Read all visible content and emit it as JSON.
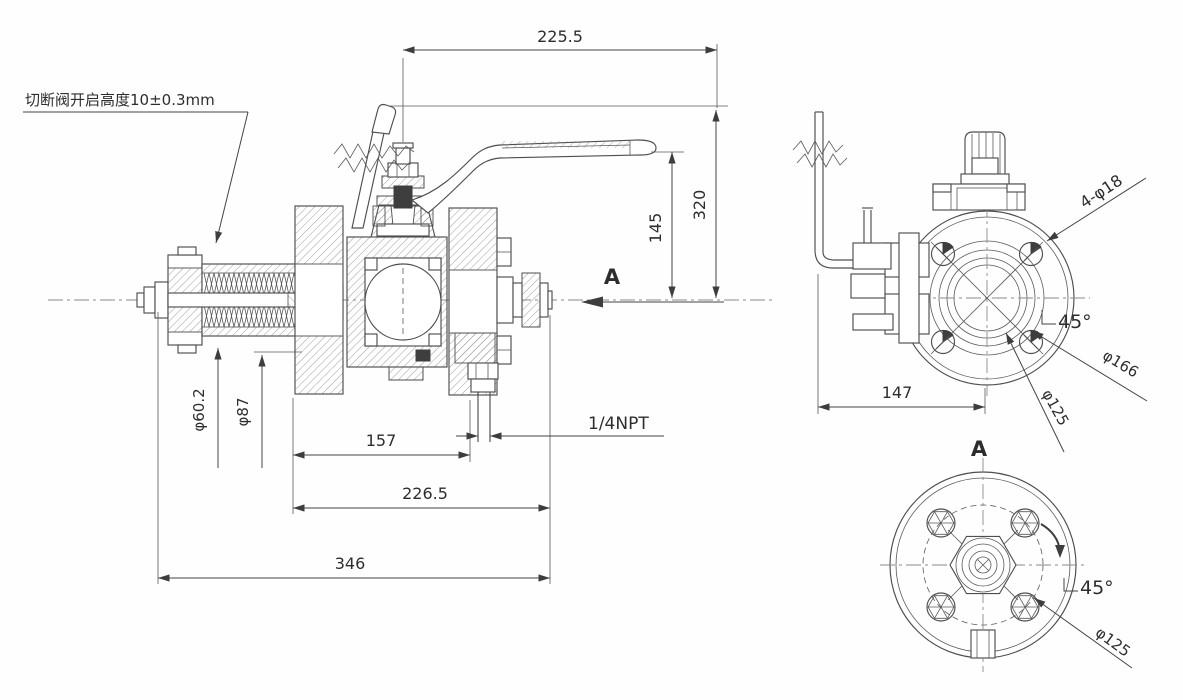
{
  "drawing": {
    "callout": "切断阀开启高度10±0.3mm",
    "main_view": {
      "dim_handle_length": "225.5",
      "dim_height_total": "320",
      "dim_height_handle": "145",
      "dim_dia_stem": "φ60.2",
      "dim_dia_plate": "φ87",
      "dim_len_157": "157",
      "dim_len_226_5": "226.5",
      "dim_len_346": "346",
      "label_drain": "1/4NPT",
      "label_section": "A"
    },
    "side_view": {
      "label_bolt_holes": "4-φ18",
      "label_angle": "45°",
      "dim_dia_166": "φ166",
      "dim_dia_125": "φ125",
      "dim_len_147": "147"
    },
    "end_view": {
      "label_view": "A",
      "label_angle": "45°",
      "dim_dia_125": "φ125"
    }
  }
}
